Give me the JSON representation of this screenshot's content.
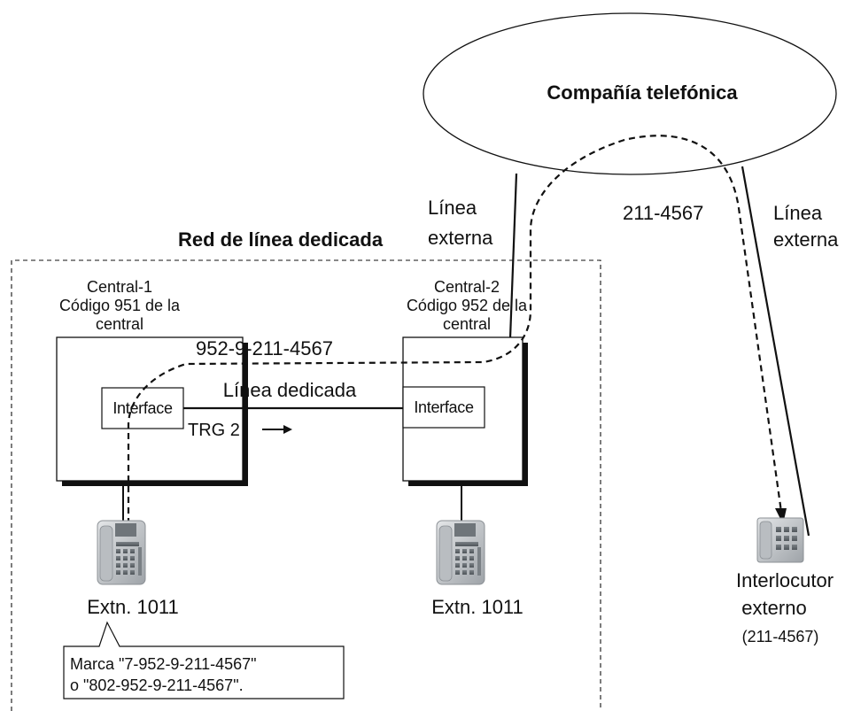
{
  "telephone_company": {
    "label": "Compañía telefónica"
  },
  "network": {
    "label": "Red de línea dedicada"
  },
  "external_line_left": {
    "line1": "Línea",
    "line2": "externa"
  },
  "external_line_right": {
    "line1": "Línea",
    "line2": "externa"
  },
  "dialed_external_number": "211-4567",
  "central_1": {
    "name": "Central-1",
    "code_line1": "Código 951 de la",
    "code_line2": "central",
    "interface_label": "Interface",
    "extension": "Extn. 1011"
  },
  "central_2": {
    "name": "Central-2",
    "code_line1": "Código 952 de la",
    "code_line2": "central",
    "interface_label": "Interface",
    "extension": "Extn. 1011"
  },
  "route_number": "952-9-211-4567",
  "dedicated_line": {
    "label": "Línea dedicada",
    "trunk_group": "TRG 2"
  },
  "callout": {
    "line1": "Marca \"7-952-9-211-4567\"",
    "line2": "o \"802-952-9-211-4567\"."
  },
  "external_party": {
    "line1": "Interlocutor",
    "line2": "externo",
    "number": "(211-4567)"
  },
  "icons": [
    "phone-icon",
    "phone-icon",
    "external-phone-icon",
    "arrow-right-icon"
  ]
}
